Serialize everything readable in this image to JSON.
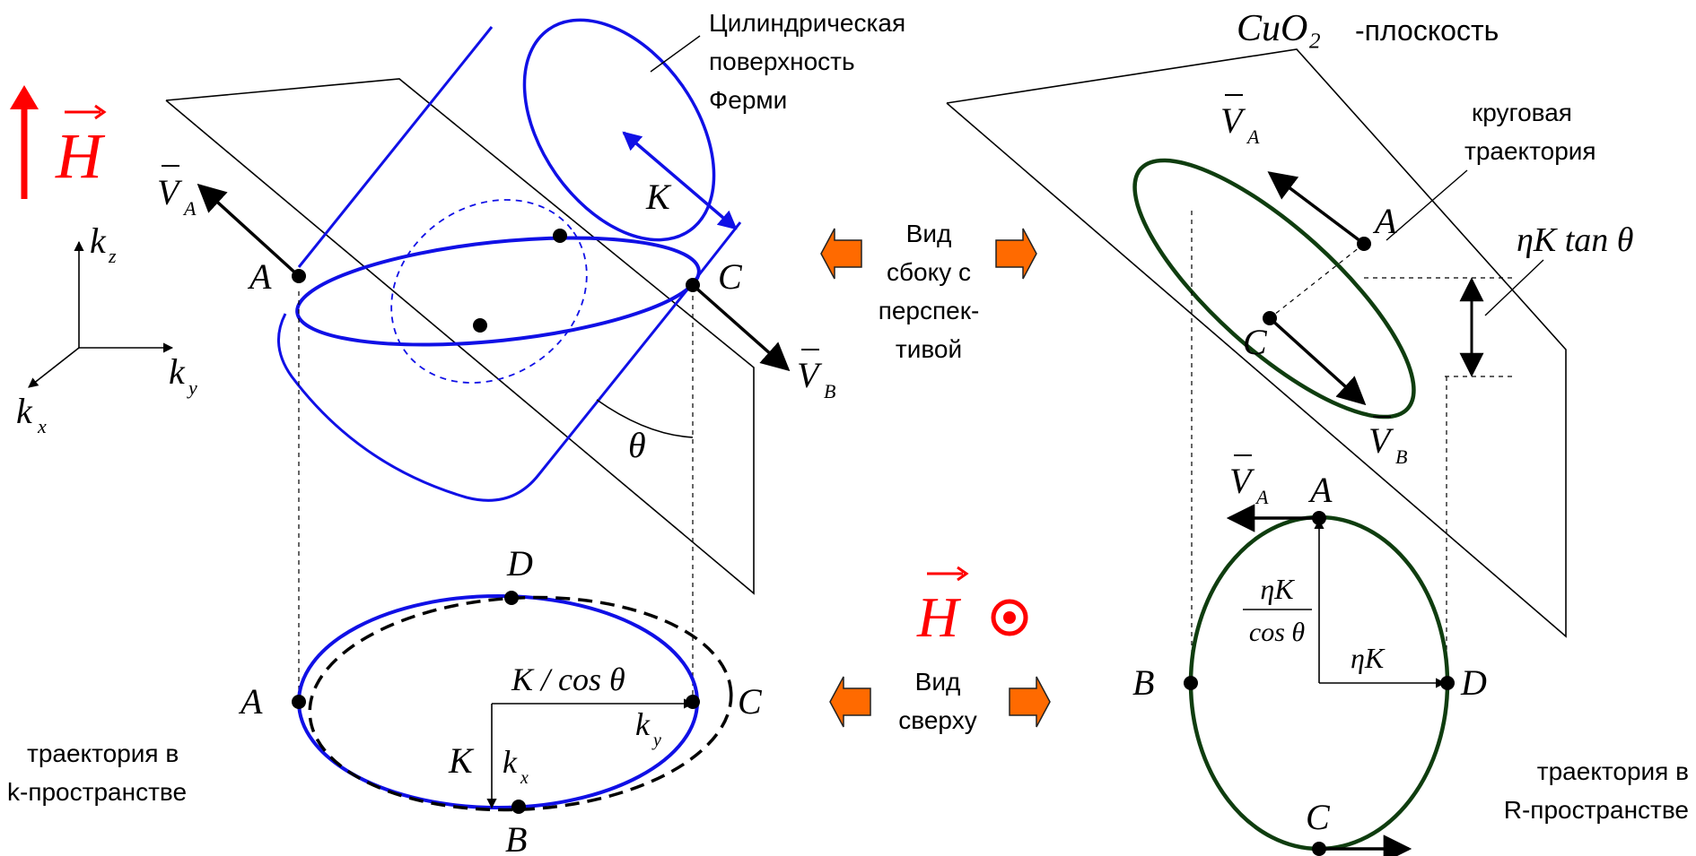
{
  "labels": {
    "cylinder_caption": [
      "Цилиндрическая",
      "поверхность",
      "Ферми"
    ],
    "plane_title": "CuO₂",
    "plane_title_suffix": "-плоскость",
    "circular_traj": [
      "круговая",
      "траектория"
    ],
    "side_view": [
      "Вид",
      "сбоку с",
      "перспек-",
      "тивой"
    ],
    "top_view": [
      "Вид",
      "сверху"
    ],
    "k_traj": [
      "траектория в",
      "k-пространстве"
    ],
    "r_traj": [
      "траектория в",
      "R-пространстве"
    ]
  },
  "symbols": {
    "H": "H",
    "VA": "V",
    "VA_sub": "A",
    "VB": "V",
    "VB_sub": "B",
    "kz": "k",
    "kz_sub": "z",
    "ky": "k",
    "ky_sub": "y",
    "kx": "k",
    "kx_sub": "x",
    "K": "K",
    "theta": "θ",
    "A": "A",
    "B": "B",
    "C": "C",
    "D": "D",
    "K_over_cos": "K / cos θ",
    "eta_K_tan": "ηK tan θ",
    "eta_K": "ηK",
    "cos_theta": "cos θ",
    "target_symbol": "⊙"
  },
  "colors": {
    "fermi_blue": "#1010e6",
    "trajectory_green": "#0f3d0f",
    "arrow_orange": "#ff6a00",
    "field_red": "#ff0000"
  }
}
